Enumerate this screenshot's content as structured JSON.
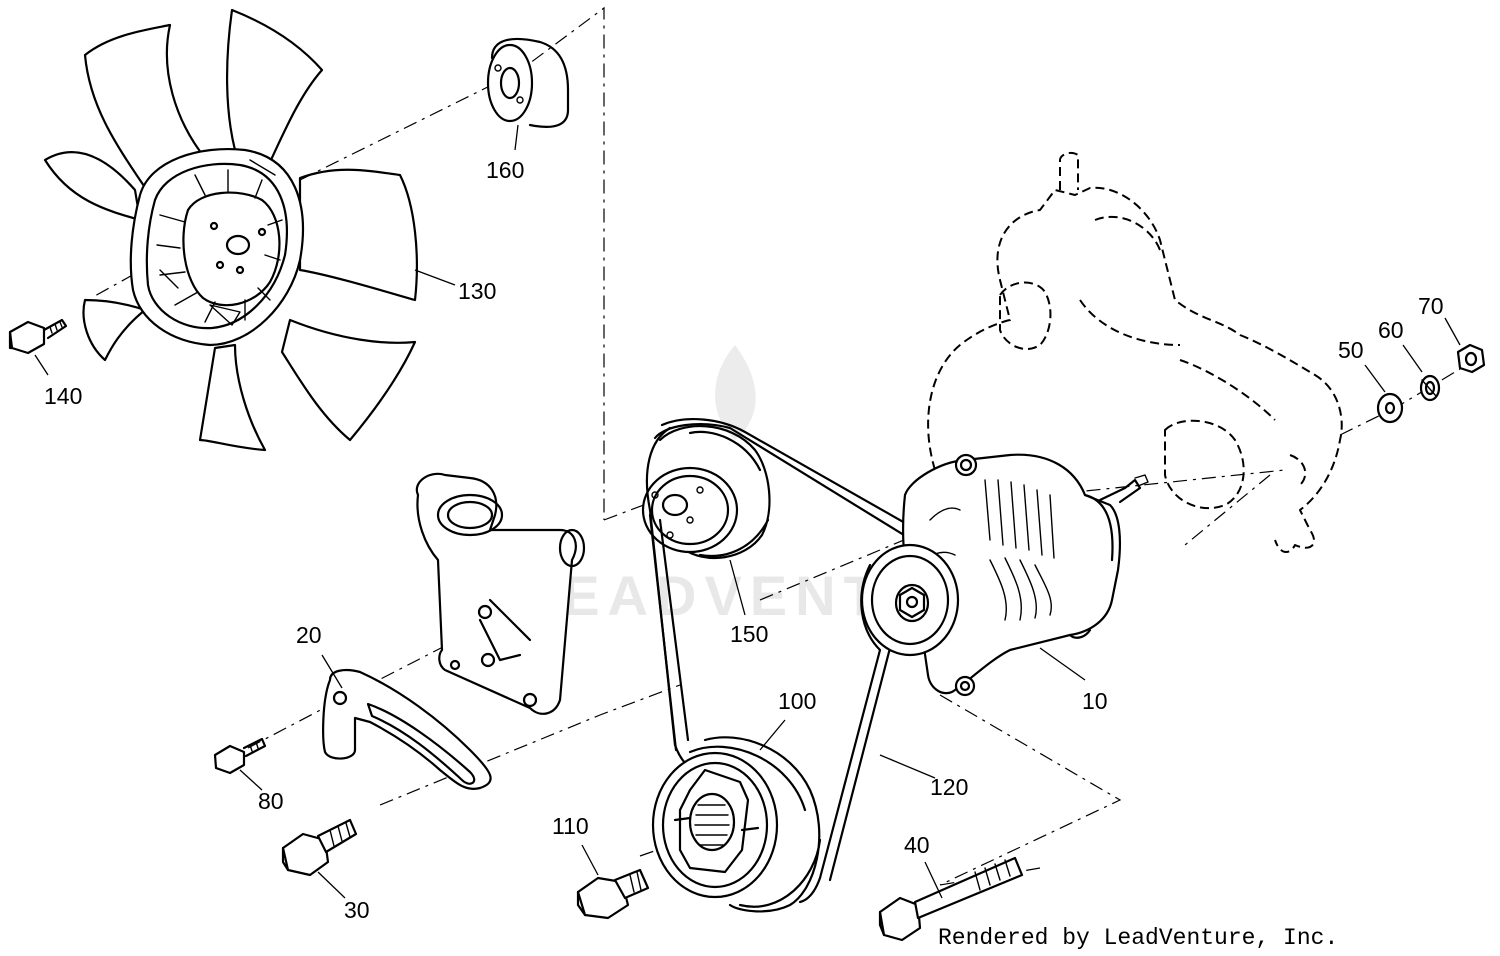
{
  "watermark": "LEADVENTURE",
  "credit": "Rendered by LeadVenture, Inc.",
  "callouts": [
    {
      "id": "130",
      "text": "130"
    },
    {
      "id": "140",
      "text": "140"
    },
    {
      "id": "160",
      "text": "160"
    },
    {
      "id": "150",
      "text": "150"
    },
    {
      "id": "20",
      "text": "20"
    },
    {
      "id": "80",
      "text": "80"
    },
    {
      "id": "30",
      "text": "30"
    },
    {
      "id": "110",
      "text": "110"
    },
    {
      "id": "100",
      "text": "100"
    },
    {
      "id": "120",
      "text": "120"
    },
    {
      "id": "40",
      "text": "40"
    },
    {
      "id": "10",
      "text": "10"
    },
    {
      "id": "50",
      "text": "50"
    },
    {
      "id": "60",
      "text": "60"
    },
    {
      "id": "70",
      "text": "70"
    }
  ]
}
